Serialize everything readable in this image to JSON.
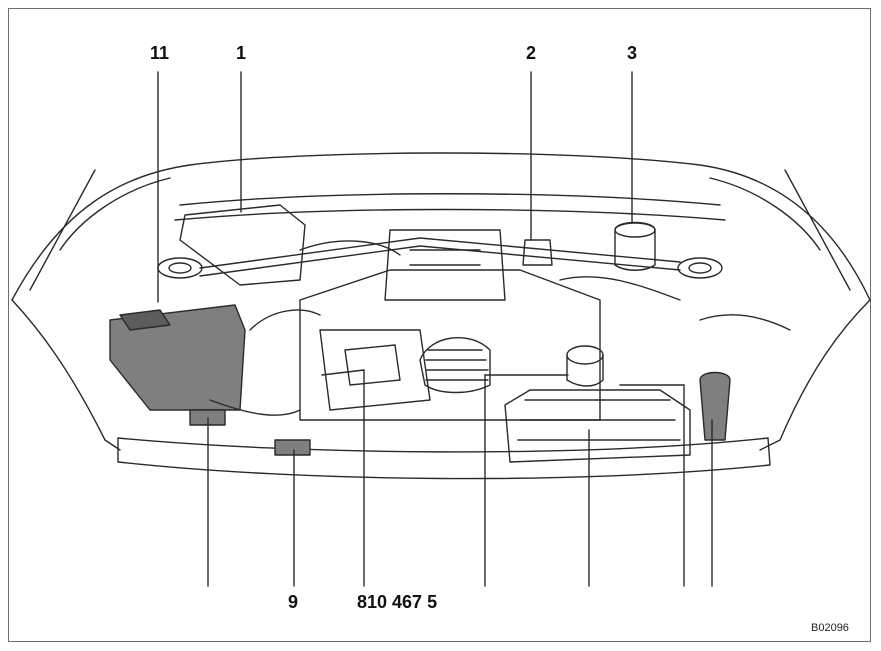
{
  "callouts": {
    "top": [
      "11",
      "1",
      "2",
      "3"
    ],
    "bottom": [
      "9",
      "810 467 5"
    ]
  },
  "figure_code": "B02096",
  "colors": {
    "line": "#2a2a2a",
    "component_fill": "#7f7f7f",
    "component_fill_dark": "#5c5c5c",
    "frame": "#6e6e6e",
    "background": "#ffffff"
  }
}
